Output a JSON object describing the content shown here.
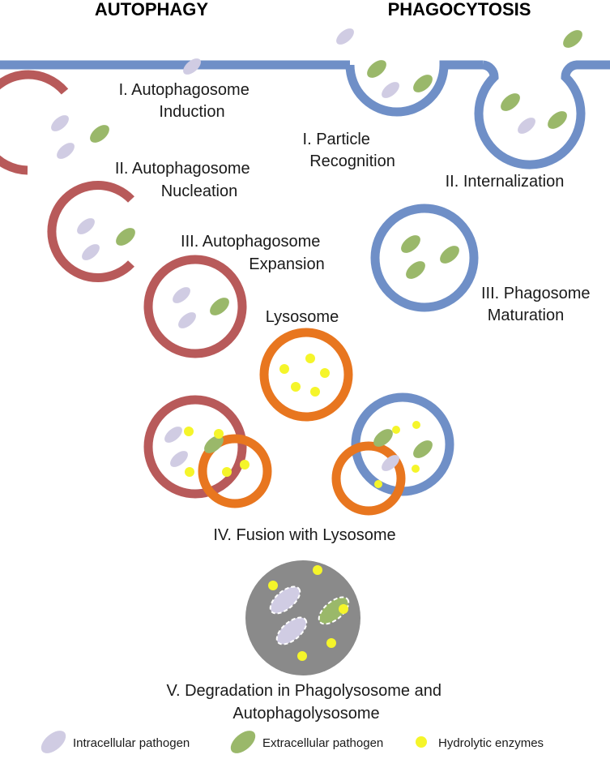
{
  "headers": {
    "autophagy": "AUTOPHAGY",
    "phagocytosis": "PHAGOCYTOSIS"
  },
  "autophagy_steps": {
    "induction": [
      "I. Autophagosome",
      "Induction"
    ],
    "nucleation": [
      "II. Autophagosome",
      "Nucleation"
    ],
    "expansion": [
      "III. Autophagosome",
      "Expansion"
    ]
  },
  "phagocytosis_steps": {
    "recognition": [
      "I. Particle",
      "Recognition"
    ],
    "internalization": [
      "II. Internalization"
    ],
    "maturation": [
      "III. Phagosome",
      "Maturation"
    ]
  },
  "lysosome_label": "Lysosome",
  "fusion_label": "IV. Fusion with Lysosome",
  "degradation_label": [
    "V. Degradation in Phagolysosome and",
    "Autophagolysosome"
  ],
  "legend": {
    "intracellular": "Intracellular pathogen",
    "extracellular": "Extracellular pathogen",
    "enzymes": "Hydrolytic enzymes"
  },
  "colors": {
    "membrane": "#6f8fc7",
    "autophagosome": "#b85a5a",
    "lysosome": "#e8761f",
    "intracellular": "#d0cce3",
    "extracellular": "#9ab86a",
    "enzyme": "#f5f52a",
    "degradation": "#8a8a8a"
  }
}
